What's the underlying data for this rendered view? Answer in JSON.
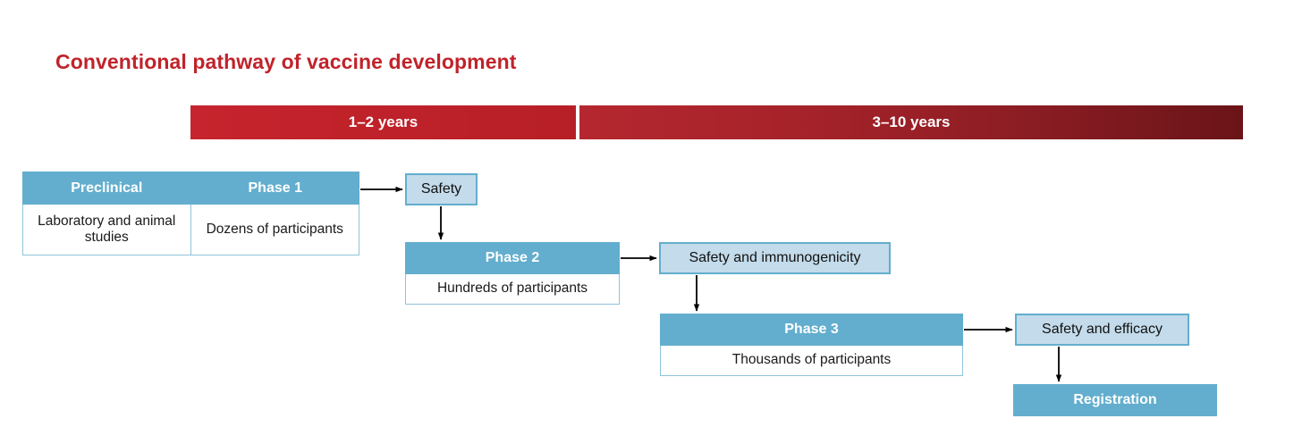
{
  "title": "Conventional pathway of vaccine development",
  "colors": {
    "title_red": "#C0232B",
    "timeline_red": "#BE2129",
    "timeline_dark_red": "#6A1418",
    "box_blue": "#63AECE",
    "outcome_light_blue": "#C3DBEA",
    "outcome_border": "#63AECE",
    "text_dark": "#111111",
    "text_white": "#FFFFFF"
  },
  "timeline": {
    "segments": [
      {
        "label": "1–2 years"
      },
      {
        "label": "3–10 years"
      }
    ]
  },
  "stages": {
    "preclinical": {
      "head": "Preclinical",
      "body": "Laboratory and animal studies"
    },
    "phase1": {
      "head": "Phase 1",
      "body": "Dozens of participants"
    },
    "phase2": {
      "head": "Phase 2",
      "body": "Hundreds of participants"
    },
    "phase3": {
      "head": "Phase 3",
      "body": "Thousands of participants"
    }
  },
  "outcomes": {
    "safety": "Safety",
    "immunogenicity": "Safety and immunogenicity",
    "efficacy": "Safety and efficacy",
    "registration": "Registration"
  },
  "flow": [
    {
      "from": "phase1",
      "to": "safety",
      "direction": "right"
    },
    {
      "from": "safety",
      "to": "phase2",
      "direction": "down"
    },
    {
      "from": "phase2",
      "to": "immunogenicity",
      "direction": "right"
    },
    {
      "from": "immunogenicity",
      "to": "phase3",
      "direction": "down"
    },
    {
      "from": "phase3",
      "to": "efficacy",
      "direction": "right"
    },
    {
      "from": "efficacy",
      "to": "registration",
      "direction": "down"
    }
  ]
}
